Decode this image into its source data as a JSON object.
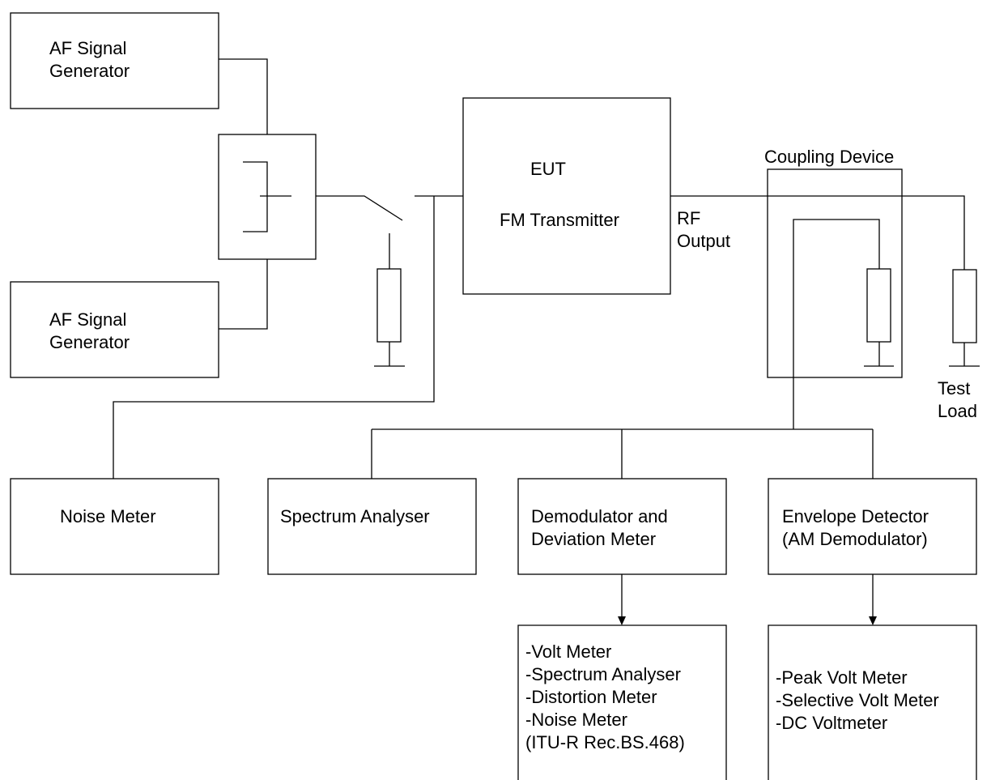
{
  "blocks": {
    "af_gen_1": "AF Signal\nGenerator",
    "af_gen_2": "AF Signal\nGenerator",
    "eut_line1": "EUT",
    "eut_line2": "FM Transmitter",
    "rf_output": "RF\nOutput",
    "coupling_device": "Coupling Device",
    "test_load": "Test\nLoad",
    "noise_meter": "Noise Meter",
    "spectrum_analyser": "Spectrum Analyser",
    "demodulator": "Demodulator and\nDeviation Meter",
    "envelope_detector": "Envelope Detector\n(AM Demodulator)",
    "demod_instruments": "-Volt Meter\n-Spectrum Analyser\n-Distortion Meter\n-Noise Meter\n(ITU-R Rec.BS.468)",
    "envelope_instruments": "-Peak Volt Meter\n-Selective Volt Meter\n-DC Voltmeter"
  }
}
